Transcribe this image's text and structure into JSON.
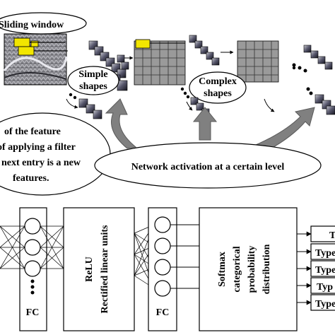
{
  "top_panel": {
    "sliding_window_label": "Sliding window",
    "simple_shapes_label_1": "Simple",
    "simple_shapes_label_2": "shapes",
    "complex_shapes_label_1": "Complex",
    "complex_shapes_label_2": "shapes",
    "network_activation_label": "Network activation at a certain level",
    "feature_note_lines": [
      "of the feature",
      "of applying a filter",
      "next entry is a new",
      "features."
    ]
  },
  "bottom_panel": {
    "fc_label_left": "FC",
    "fc_label_right": "FC",
    "relu_label": "ReLU",
    "relu_sublabel": "Rectified linear units",
    "softmax_line1": "Softmax",
    "softmax_line2": "categorical",
    "softmax_line3": "probability",
    "softmax_line4": "distribution",
    "type_labels": [
      "T",
      "Type",
      "Type",
      "Typ",
      "Type"
    ]
  },
  "colors": {
    "window_yellow": "#f2e600",
    "grid_gray": "#9a9a9a",
    "arrow_gray": "#808080",
    "dark_square": "#2a2a35"
  }
}
